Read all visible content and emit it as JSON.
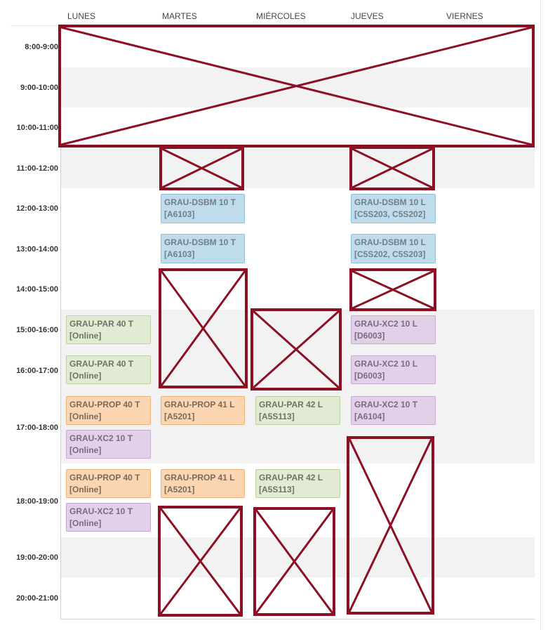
{
  "days": [
    "LUNES",
    "MARTES",
    "MIÉRCOLES",
    "JUEVES",
    "VIERNES"
  ],
  "hours": [
    "8:00-9:00",
    "9:00-10:00",
    "10:00-11:00",
    "11:00-12:00",
    "12:00-13:00",
    "13:00-14:00",
    "14:00-15:00",
    "15:00-16:00",
    "16:00-17:00",
    "17:00-18:00",
    "18:00-19:00",
    "19:00-20:00",
    "20:00-21:00"
  ],
  "events": [
    {
      "line1": "GRAU-DSBM 10 T",
      "line2": "[A6103]",
      "color": "blue"
    },
    {
      "line1": "GRAU-DSBM 10 L",
      "line2": "[C5S203, C5S202]",
      "color": "blue"
    },
    {
      "line1": "GRAU-DSBM 10 T",
      "line2": "[A6103]",
      "color": "blue"
    },
    {
      "line1": "GRAU-DSBM 10 L",
      "line2": "[C5S202, C5S203]",
      "color": "blue"
    },
    {
      "line1": "GRAU-PAR 40 T",
      "line2": "[Online]",
      "color": "green"
    },
    {
      "line1": "GRAU-XC2 10 L",
      "line2": "[D6003]",
      "color": "purple"
    },
    {
      "line1": "GRAU-PAR 40 T",
      "line2": "[Online]",
      "color": "green"
    },
    {
      "line1": "GRAU-XC2 10 L",
      "line2": "[D6003]",
      "color": "purple"
    },
    {
      "line1": "GRAU-PROP 40 T",
      "line2": "[Online]",
      "color": "orange"
    },
    {
      "line1": "GRAU-PROP 41 L",
      "line2": "[A5201]",
      "color": "orange"
    },
    {
      "line1": "GRAU-PAR 42 L",
      "line2": "[A5S113]",
      "color": "green"
    },
    {
      "line1": "GRAU-XC2 10 T",
      "line2": "[A6104]",
      "color": "purple"
    },
    {
      "line1": "GRAU-XC2 10 T",
      "line2": "[Online]",
      "color": "purple"
    },
    {
      "line1": "GRAU-PROP 40 T",
      "line2": "[Online]",
      "color": "orange"
    },
    {
      "line1": "GRAU-PROP 41 L",
      "line2": "[A5201]",
      "color": "orange"
    },
    {
      "line1": "GRAU-PAR 42 L",
      "line2": "[A5S113]",
      "color": "green"
    },
    {
      "line1": "GRAU-XC2 10 T",
      "line2": "[Online]",
      "color": "purple"
    }
  ],
  "colors": {
    "blue": "#bfdcec",
    "green": "#e1ebd3",
    "orange": "#fcd6b3",
    "purple": "#e2cfe8",
    "placeholder": "#8c0f23"
  }
}
